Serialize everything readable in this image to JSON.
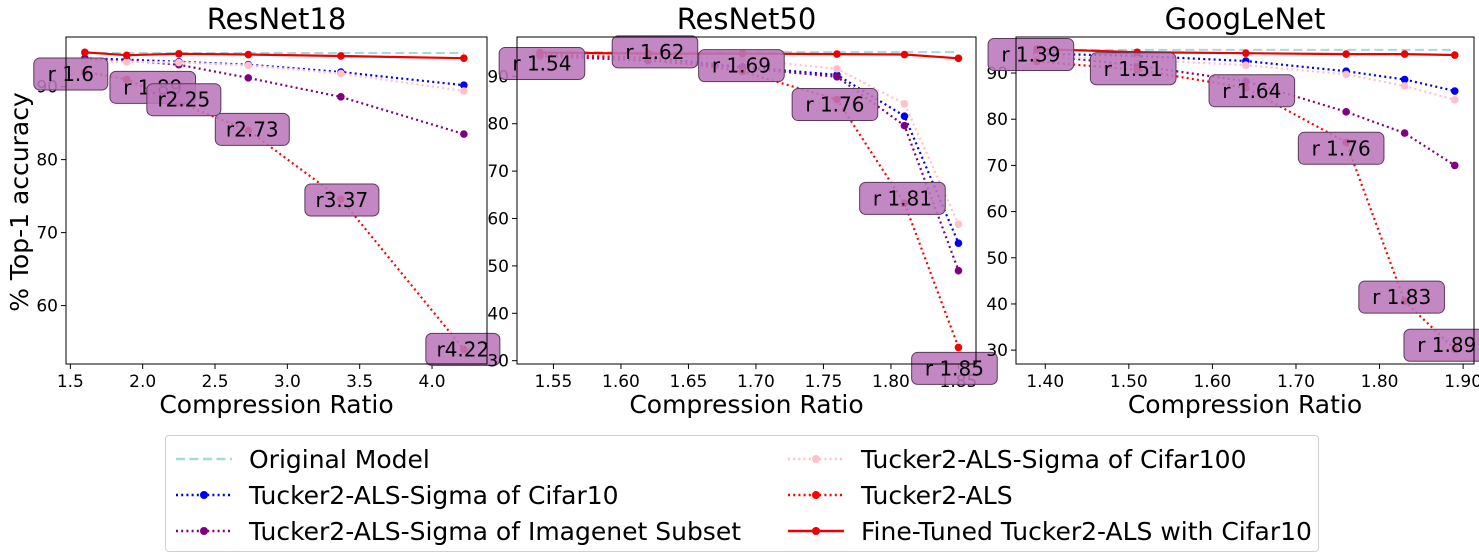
{
  "y_axis_label": "% Top-1 accuracy",
  "colors": {
    "original": "#a6d9dc",
    "cifar10_sigma": "#0000ee",
    "imagenet_sigma": "#800080",
    "cifar100_sigma": "#ffc0cb",
    "als": "#ff0000",
    "finetuned": "#ee0000",
    "annotation_box": "#bb77bb",
    "annotation_edge": "#5a3a5a"
  },
  "legend": [
    {
      "key": "original",
      "label": "Original Model",
      "style": "dashed",
      "marker": false
    },
    {
      "key": "cifar10_sigma",
      "label": "Tucker2-ALS-Sigma of Cifar10",
      "style": "dotted",
      "marker": true
    },
    {
      "key": "imagenet_sigma",
      "label": "Tucker2-ALS-Sigma of Imagenet Subset",
      "style": "dotted",
      "marker": true
    },
    {
      "key": "cifar100_sigma",
      "label": "Tucker2-ALS-Sigma of Cifar100",
      "style": "dotted",
      "marker": true
    },
    {
      "key": "als",
      "label": "Tucker2-ALS",
      "style": "dotted",
      "marker": true
    },
    {
      "key": "finetuned",
      "label": "Fine-Tuned Tucker2-ALS with Cifar10",
      "style": "solid",
      "marker": true
    }
  ],
  "chart_data": [
    {
      "type": "line",
      "title": "ResNet18",
      "xlabel": "Compression Ratio",
      "ylabel": "% Top-1 accuracy",
      "xlim": [
        1.47,
        4.38
      ],
      "ylim": [
        52,
        96.8
      ],
      "xticks": [
        1.5,
        2.0,
        2.5,
        3.0,
        3.5,
        4.0
      ],
      "xtick_labels": [
        "1.5",
        "2.0",
        "2.5",
        "3.0",
        "3.5",
        "4.0"
      ],
      "yticks": [
        60,
        70,
        80,
        90
      ],
      "ytick_labels": [
        "60",
        "70",
        "80",
        "90"
      ],
      "original_value": 94.6,
      "x": [
        1.6,
        1.89,
        2.25,
        2.73,
        3.37,
        4.22
      ],
      "series": [
        {
          "key": "cifar10_sigma",
          "values": [
            93.9,
            93.7,
            93.4,
            93.0,
            92.0,
            90.2
          ]
        },
        {
          "key": "imagenet_sigma",
          "values": [
            93.8,
            93.6,
            93.0,
            91.2,
            88.6,
            83.5
          ]
        },
        {
          "key": "cifar100_sigma",
          "values": [
            93.5,
            93.4,
            93.3,
            92.9,
            91.8,
            89.4
          ]
        },
        {
          "key": "als",
          "values": [
            92.0,
            91.0,
            87.8,
            84.0,
            74.6,
            54.0
          ]
        },
        {
          "key": "finetuned",
          "values": [
            94.7,
            94.3,
            94.5,
            94.4,
            94.2,
            93.9
          ]
        }
      ],
      "annotations": [
        "r 1.6",
        "r 1.89",
        "r2.25",
        "r2.73",
        "r3.37",
        "r4.22"
      ]
    },
    {
      "type": "line",
      "title": "ResNet50",
      "xlabel": "Compression Ratio",
      "ylabel": "",
      "xlim": [
        1.523,
        1.863
      ],
      "ylim": [
        29.3,
        98.3
      ],
      "xticks": [
        1.55,
        1.6,
        1.65,
        1.7,
        1.75,
        1.8,
        1.85
      ],
      "xtick_labels": [
        "1.55",
        "1.60",
        "1.65",
        "1.70",
        "1.75",
        "1.80",
        "1.85"
      ],
      "yticks": [
        30,
        40,
        50,
        60,
        70,
        80,
        90
      ],
      "ytick_labels": [
        "30",
        "40",
        "50",
        "60",
        "70",
        "80",
        "90"
      ],
      "original_value": 95.1,
      "x": [
        1.54,
        1.62,
        1.69,
        1.76,
        1.81,
        1.85
      ],
      "series": [
        {
          "key": "cifar10_sigma",
          "values": [
            94.4,
            94.0,
            92.0,
            90.3,
            81.6,
            54.8
          ]
        },
        {
          "key": "imagenet_sigma",
          "values": [
            94.3,
            93.3,
            91.8,
            89.9,
            79.6,
            49.0
          ]
        },
        {
          "key": "cifar100_sigma",
          "values": [
            94.5,
            94.4,
            93.6,
            91.6,
            84.2,
            58.8
          ]
        },
        {
          "key": "als",
          "values": [
            94.6,
            93.9,
            91.0,
            85.1,
            63.2,
            32.8
          ]
        },
        {
          "key": "finetuned",
          "values": [
            95.0,
            94.8,
            94.8,
            94.7,
            94.6,
            93.8
          ]
        }
      ],
      "annotations": [
        "r 1.54",
        "r 1.62",
        "r 1.69",
        "r 1.76",
        "r 1.81",
        "r 1.85"
      ]
    },
    {
      "type": "line",
      "title": "GoogLeNet",
      "xlabel": "Compression Ratio",
      "ylabel": "",
      "xlim": [
        1.365,
        1.913
      ],
      "ylim": [
        27,
        97.8
      ],
      "xticks": [
        1.4,
        1.5,
        1.6,
        1.7,
        1.8,
        1.9
      ],
      "xtick_labels": [
        "1.40",
        "1.50",
        "1.60",
        "1.70",
        "1.80",
        "1.90"
      ],
      "yticks": [
        30,
        40,
        50,
        60,
        70,
        80,
        90
      ],
      "ytick_labels": [
        "30",
        "40",
        "50",
        "60",
        "70",
        "80",
        "90"
      ],
      "original_value": 95.0,
      "x": [
        1.39,
        1.51,
        1.64,
        1.76,
        1.83,
        1.89
      ],
      "series": [
        {
          "key": "cifar10_sigma",
          "values": [
            94.2,
            93.7,
            92.6,
            90.4,
            88.6,
            86.1
          ]
        },
        {
          "key": "imagenet_sigma",
          "values": [
            94.0,
            91.6,
            88.2,
            81.6,
            77.0,
            70.0
          ]
        },
        {
          "key": "cifar100_sigma",
          "values": [
            93.6,
            92.9,
            91.7,
            89.7,
            87.2,
            84.2
          ]
        },
        {
          "key": "als",
          "values": [
            92.5,
            90.7,
            86.8,
            75.0,
            40.6,
            30.2
          ]
        },
        {
          "key": "finetuned",
          "values": [
            95.2,
            94.5,
            94.3,
            94.1,
            94.1,
            93.9
          ]
        }
      ],
      "annotations": [
        "r 1.39",
        "r 1.51",
        "r 1.64",
        "r 1.76",
        "r 1.83",
        "r 1.89"
      ]
    }
  ]
}
